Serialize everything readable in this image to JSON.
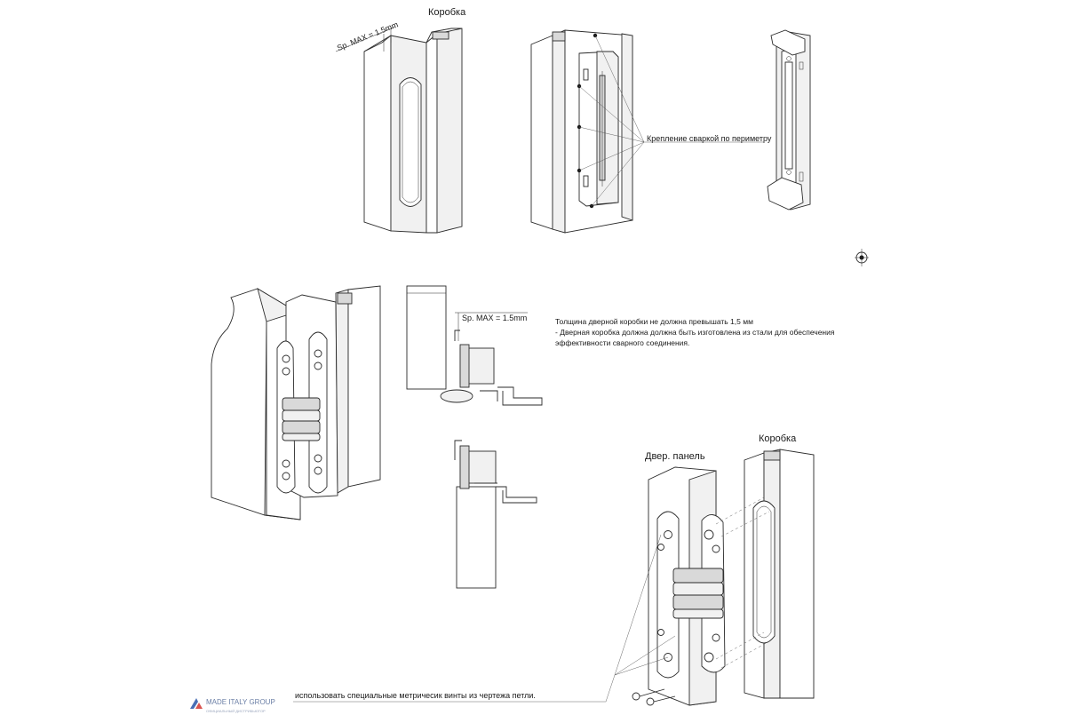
{
  "labels": {
    "box_top": "Коробка",
    "box_bottom": "Коробка",
    "door_panel": "Двер. панель",
    "thickness_top": "Sp. MAX = 1.5mm",
    "thickness_mid": "Sp. MAX = 1.5mm",
    "welding": "Крепление сваркой по периметру",
    "screws": "использовать специальные метричесик винты из чертежа петли."
  },
  "notes": {
    "line1": "Толщина дверной коробки не должна превышать 1,5 мм",
    "line2": "- Дверная коробка должна должна быть изготовлена из стали для обеспечения",
    "line3": "эффективности сварного соединения."
  },
  "brand": {
    "name": "MADE ITALY GROUP",
    "tagline": "ОФИЦИАЛЬНЫЙ ДИСТРИБЬЮТОР",
    "accent_color": "#4a6fb5",
    "accent_color_2": "#d9534f"
  }
}
